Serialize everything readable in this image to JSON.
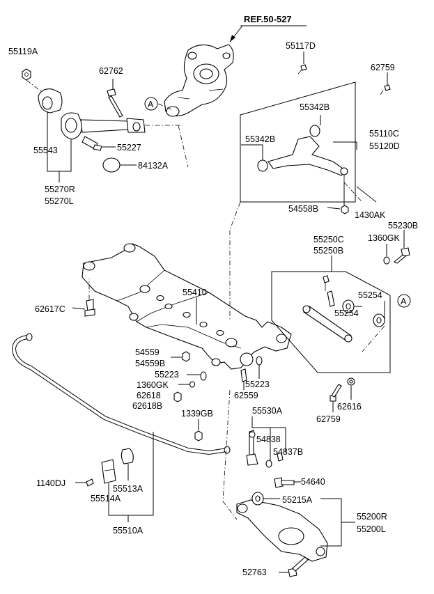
{
  "reference": "REF.50-527",
  "callout": "A",
  "labels": {
    "p55119A": "55119A",
    "p62762": "62762",
    "p55543": "55543",
    "p55227": "55227",
    "p84132A": "84132A",
    "p55270R": "55270R",
    "p55270L": "55270L",
    "p55117D": "55117D",
    "p62759a": "62759",
    "p55342Ba": "55342B",
    "p55342Bb": "55342B",
    "p55110C": "55110C",
    "p55120D": "55120D",
    "p54558B": "54558B",
    "p1430AK": "1430AK",
    "p55230B": "55230B",
    "p1360GKa": "1360GK",
    "p55250C": "55250C",
    "p55250B": "55250B",
    "p55410": "55410",
    "p62617C": "62617C",
    "p55254a": "55254",
    "p55254b": "55254",
    "p54559": "54559",
    "p54559B": "54559B",
    "p55223a": "55223",
    "p55223b": "55223",
    "p1360GKb": "1360GK",
    "p62559": "62559",
    "p62618": "62618",
    "p62618B": "62618B",
    "p62616": "62616",
    "p62759b": "62759",
    "p1339GB": "1339GB",
    "p55530A": "55530A",
    "p54838": "54838",
    "p54837B": "54837B",
    "p54640": "54640",
    "p1140DJ": "1140DJ",
    "p55513A": "55513A",
    "p55514A": "55514A",
    "p55510A": "55510A",
    "p55215A": "55215A",
    "p55200R": "55200R",
    "p55200L": "55200L",
    "p52763": "52763"
  }
}
